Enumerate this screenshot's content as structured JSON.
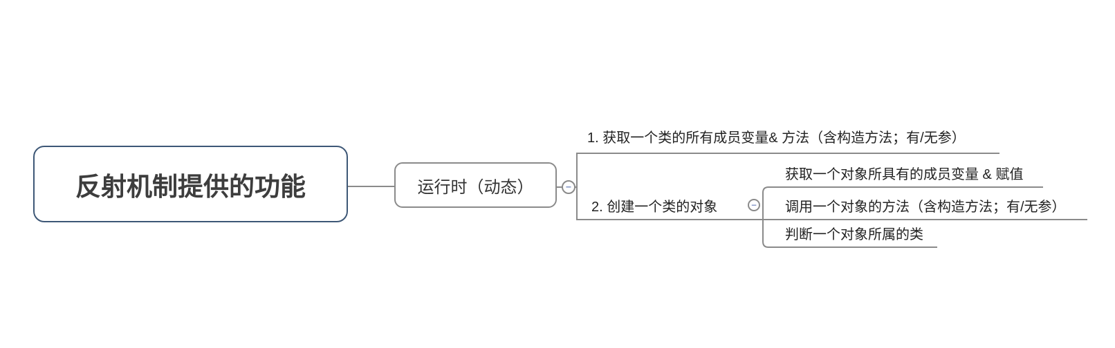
{
  "app": {
    "type": "mindmap",
    "background": "#ffffff"
  },
  "colors": {
    "connector_line": "#8a8a8a",
    "root_border": "#3d5776",
    "branch_border": "#8a8a8a",
    "text": "#333333",
    "collapse_icon": "#8496c7"
  },
  "icons": {
    "collapse_glyph": "−"
  },
  "mindmap": {
    "root": {
      "label": "反射机制提供的功能"
    },
    "runtime": {
      "label": "运行时（动态）"
    },
    "branches": [
      {
        "label": "1. 获取一个类的所有成员变量& 方法（含构造方法；有/无参）"
      },
      {
        "label": "2. 创建一个类的对象",
        "children": [
          {
            "label": "获取一个对象所具有的成员变量 & 赋值"
          },
          {
            "label": "调用一个对象的方法（含构造方法；有/无参）"
          },
          {
            "label": "判断一个对象所属的类"
          }
        ]
      }
    ]
  }
}
